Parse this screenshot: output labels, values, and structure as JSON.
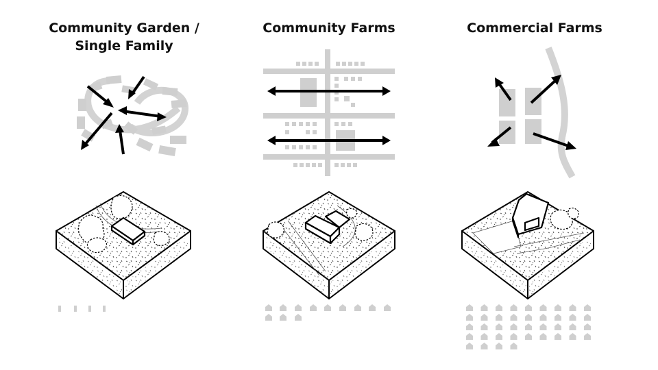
{
  "titles": [
    {
      "line1": "Community Garden /",
      "line2": "Single Family"
    },
    {
      "line1": "Community Farms",
      "line2": ""
    },
    {
      "line1": "Commercial Farms",
      "line2": ""
    }
  ],
  "colors": {
    "gray": "#cfcfcf",
    "black": "#000000",
    "background": "#ffffff"
  },
  "house_counts": [
    4,
    12,
    40
  ],
  "icon_names": [
    "arrow-icon",
    "house-icon"
  ]
}
